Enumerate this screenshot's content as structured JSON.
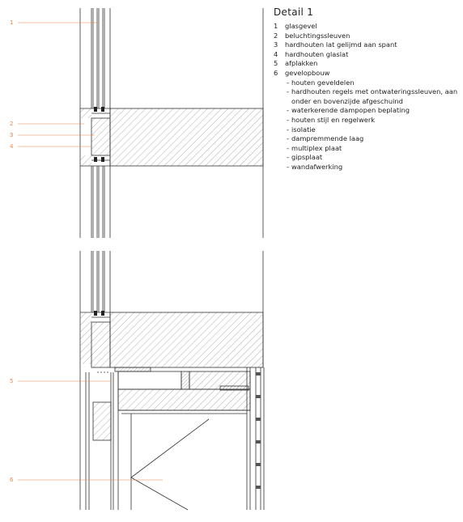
{
  "legend": {
    "title": "Detail 1",
    "items": [
      {
        "num": "1",
        "label": "glasgevel"
      },
      {
        "num": "2",
        "label": "beluchtingssleuven"
      },
      {
        "num": "3",
        "label": "hardhouten lat gelijmd aan spant"
      },
      {
        "num": "4",
        "label": "hardhouten glaslat"
      },
      {
        "num": "5",
        "label": "afplakken"
      },
      {
        "num": "6",
        "label": "gevelopbouw"
      }
    ],
    "subitems": [
      "houten geveldelen",
      "hardhouten regels met ontwateringssleuven, aan onder en bovenzijde afgeschuind",
      "waterkerende dampopen beplating",
      "houten stijl en regelwerk",
      "isolatie",
      "dampremmende laag",
      "multiplex plaat",
      "gipsplaat",
      "wandafwerking"
    ],
    "sub_prefix": "-"
  },
  "callouts": [
    "1",
    "2",
    "3",
    "4",
    "5",
    "6"
  ],
  "colors": {
    "callout": "#e8884a",
    "line": "#333333",
    "hatch": "#8a8a8a",
    "text": "#222222"
  }
}
